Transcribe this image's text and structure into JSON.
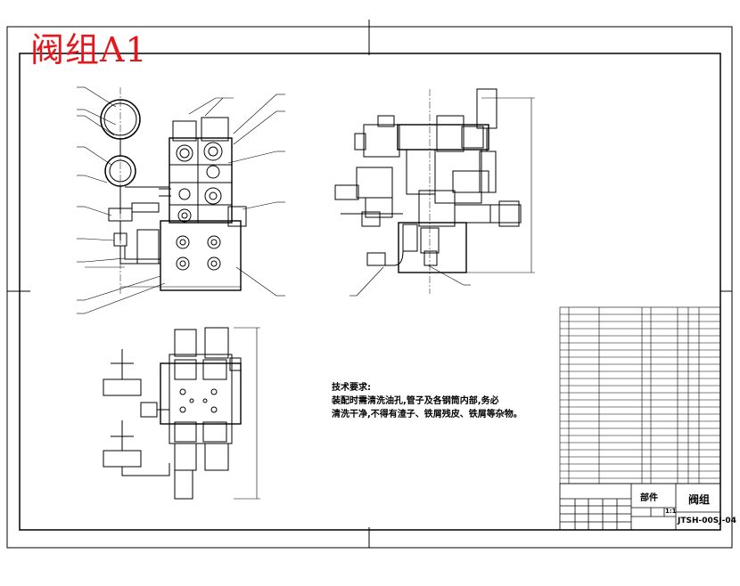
{
  "drawing": {
    "big_title": "阀组A1",
    "tech_req_heading": "技术要求:",
    "tech_req_line1": "装配时需清洗油孔,管子及各钢筒内部,务必",
    "tech_req_line2": "清洗干净,不得有渣子、铁屑残皮、铁屑等杂物。",
    "title_block": {
      "assembly_label": "部件",
      "name": "阀组",
      "drawing_number": "JTSH-00SJ-04",
      "scale": "1:1"
    }
  },
  "colors": {
    "ink": "#000000",
    "title_red": "#e5161c",
    "paper": "#ffffff"
  }
}
